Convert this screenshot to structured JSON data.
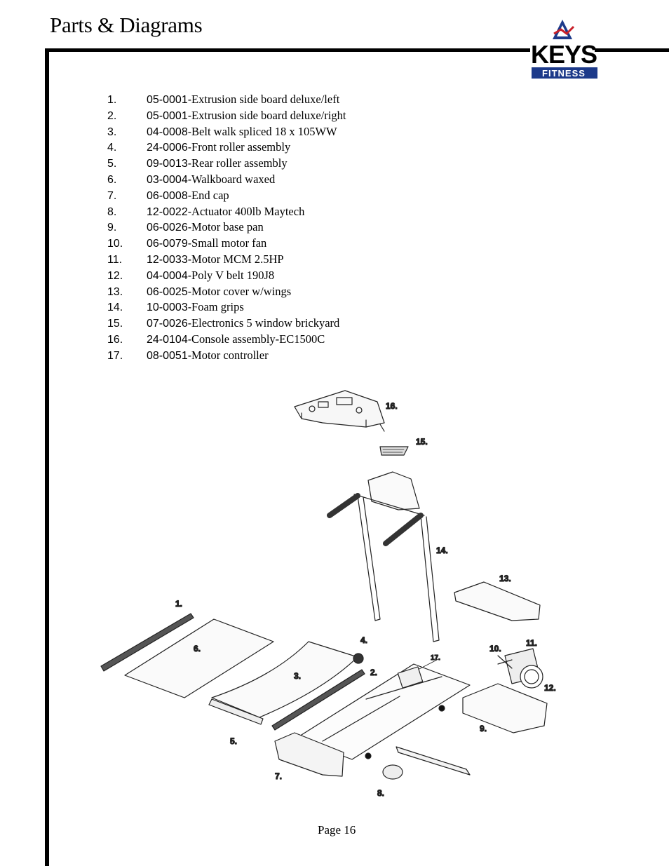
{
  "header": {
    "title": "Parts & Diagrams",
    "logo_top": "KEYS",
    "logo_bottom": "FITNESS"
  },
  "parts": [
    {
      "num": "1.",
      "code": "05-0001-",
      "desc": "Extrusion side board deluxe/left"
    },
    {
      "num": "2.",
      "code": "05-0001-",
      "desc": "Extrusion side board deluxe/right"
    },
    {
      "num": "3.",
      "code": "04-0008-",
      "desc": "Belt walk spliced 18 x 105WW"
    },
    {
      "num": "4.",
      "code": "24-0006-",
      "desc": "Front roller assembly"
    },
    {
      "num": "5.",
      "code": "09-0013-",
      "desc": "Rear roller assembly"
    },
    {
      "num": "6.",
      "code": "03-0004-",
      "desc": "Walkboard waxed"
    },
    {
      "num": "7.",
      "code": "06-0008-",
      "desc": "End cap"
    },
    {
      "num": "8.",
      "code": "12-0022-",
      "desc": "Actuator 400lb Maytech"
    },
    {
      "num": "9.",
      "code": "06-0026-",
      "desc": "Motor base pan"
    },
    {
      "num": "10.",
      "code": "06-0079-",
      "desc": "Small motor fan"
    },
    {
      "num": "11.",
      "code": "12-0033-",
      "desc": "Motor MCM 2.5HP"
    },
    {
      "num": "12.",
      "code": "04-0004-",
      "desc": "Poly V belt 190J8"
    },
    {
      "num": "13.",
      "code": "06-0025-",
      "desc": "Motor cover w/wings"
    },
    {
      "num": "14.",
      "code": "10-0003-",
      "desc": "Foam grips"
    },
    {
      "num": "15.",
      "code": "07-0026-",
      "desc": "Electronics 5 window brickyard"
    },
    {
      "num": "16.",
      "code": "24-0104-",
      "desc": "Console assembly-EC1500C"
    },
    {
      "num": "17.",
      "code": "08-0051-",
      "desc": "Motor controller"
    }
  ],
  "diagram": {
    "callouts": [
      "1.",
      "2.",
      "3.",
      "4.",
      "5.",
      "6.",
      "7.",
      "8.",
      "9.",
      "10.",
      "11.",
      "12.",
      "13.",
      "14.",
      "15.",
      "16.",
      "17."
    ]
  },
  "footer": {
    "page": "Page 16"
  }
}
